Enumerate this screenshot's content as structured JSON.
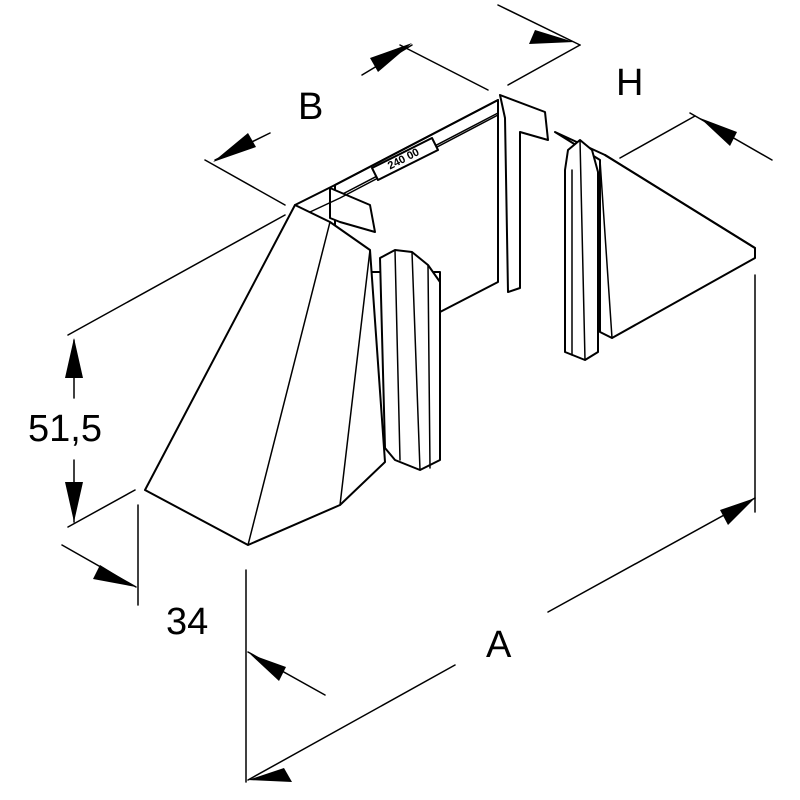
{
  "dimensions": {
    "b": "B",
    "h": "H",
    "height": "51,5",
    "depth": "34",
    "a": "A"
  },
  "part_marking": "240 00"
}
